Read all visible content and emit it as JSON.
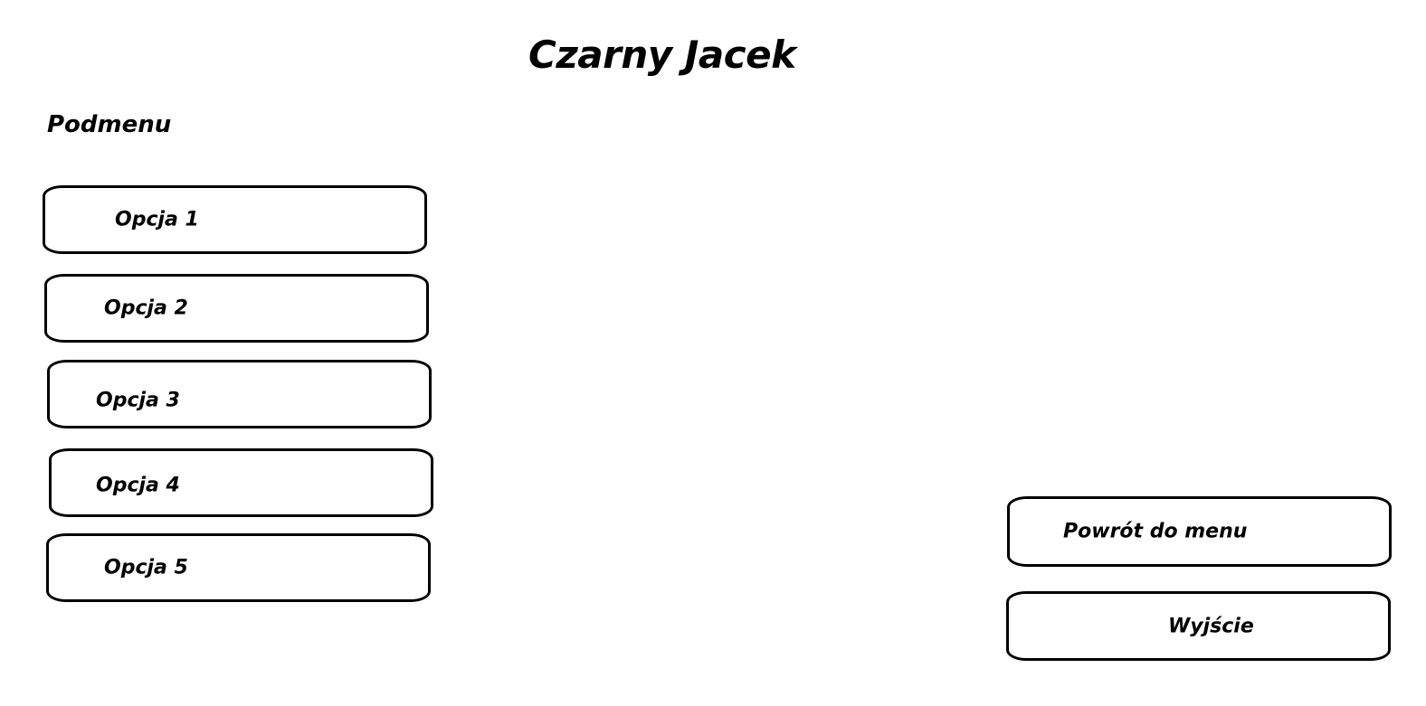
{
  "header": {
    "title": "Czarny Jacek",
    "subtitle": "Podmenu"
  },
  "options": [
    {
      "label": "Opcja 1"
    },
    {
      "label": "Opcja 2"
    },
    {
      "label": "Opcja 3"
    },
    {
      "label": "Opcja 4"
    },
    {
      "label": "Opcja 5"
    }
  ],
  "actions": {
    "back_label": "Powrót do menu",
    "exit_label": "Wyjście"
  }
}
